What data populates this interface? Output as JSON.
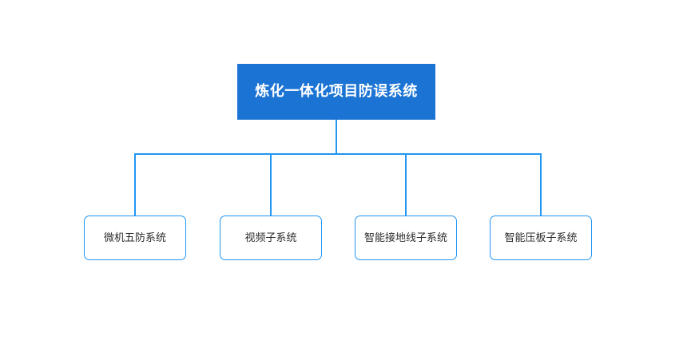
{
  "diagram": {
    "type": "organization-tree",
    "orientation": "top-down",
    "background_color": "#ffffff",
    "root": {
      "label": "炼化一体化项目防误系统",
      "fill_color": "#1b74d4",
      "text_color": "#ffffff",
      "shape": "rectangle"
    },
    "connector": {
      "color": "#2196f3",
      "stroke_width": "2",
      "style": "orthogonal-elbow"
    },
    "children": [
      {
        "label": "微机五防系统",
        "fill_color": "#ffffff",
        "border_color": "#2196f3",
        "text_color": "#2b2b2b",
        "shape": "rounded-rectangle"
      },
      {
        "label": "视频子系统",
        "fill_color": "#ffffff",
        "border_color": "#2196f3",
        "text_color": "#2b2b2b",
        "shape": "rounded-rectangle"
      },
      {
        "label": "智能接地线子系统",
        "fill_color": "#ffffff",
        "border_color": "#2196f3",
        "text_color": "#2b2b2b",
        "shape": "rounded-rectangle"
      },
      {
        "label": "智能压板子系统",
        "fill_color": "#ffffff",
        "border_color": "#2196f3",
        "text_color": "#2b2b2b",
        "shape": "rounded-rectangle"
      }
    ]
  }
}
